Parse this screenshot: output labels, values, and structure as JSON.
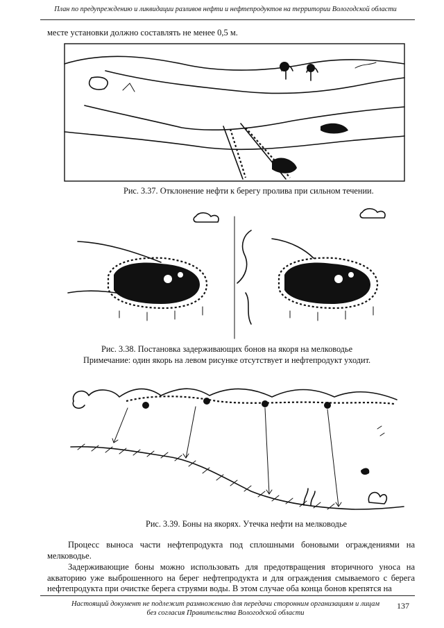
{
  "header": {
    "running_title": "План по предупреждению и ликвидации разливов нефти и нефтепродуктов на территории Вологодской области"
  },
  "top_text": "месте установки должно составлять не менее 0,5 м.",
  "figures": {
    "fig337": {
      "caption": "Рис. 3.37. Отклонение нефти к берегу пролива при сильном течении."
    },
    "fig338": {
      "caption": "Рис. 3.38. Постановка задерживающих бонов на якоря на мелководье",
      "note": "Примечание: один якорь на левом рисунке отсутствует и нефтепродукт уходит."
    },
    "fig339": {
      "caption": "Рис. 3.39. Боны на якорях. Утечка нефти на мелководье"
    }
  },
  "body": {
    "para1": "Процесс выноса части нефтепродукта под сплошными боновыми ограждениями на мелководье.",
    "para2": "Задерживающие боны можно использовать для предотвращения вторичного уноса на акваторию уже выброшенного на берег нефтепродукта и для ограждения смываемого с берега нефтепродукта при очистке берега струями воды. В этом случае оба конца бонов крепятся на"
  },
  "footer": {
    "line1": "Настоящий документ не подлежит размножению для передачи сторонним организациям и лицам",
    "line2": "без согласия Правительства Вологодской области",
    "page_number": "137"
  }
}
